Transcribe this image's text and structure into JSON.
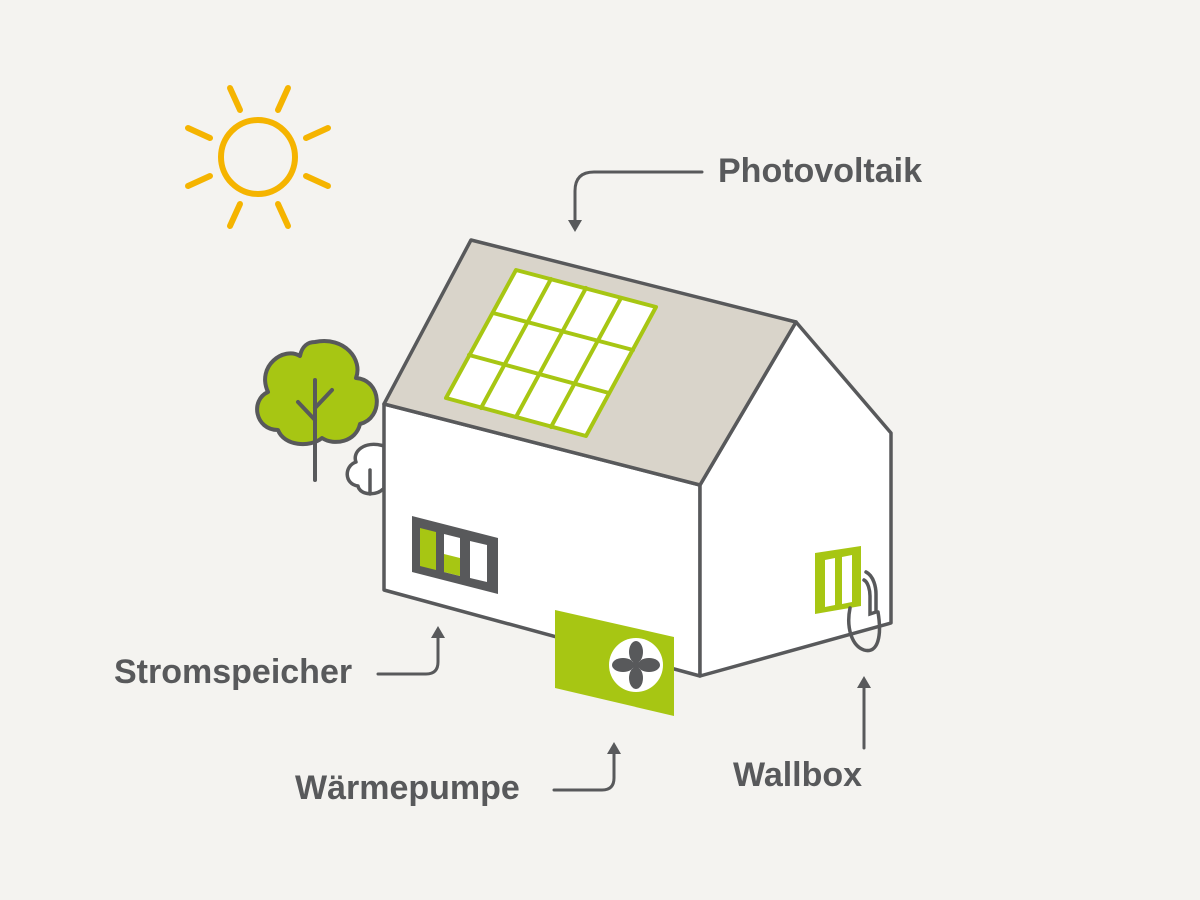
{
  "labels": {
    "photovoltaik": "Photovoltaik",
    "stromspeicher": "Stromspeicher",
    "waermepumpe": "Wärmepumpe",
    "wallbox": "Wallbox"
  },
  "colors": {
    "background": "#f4f3f0",
    "outline": "#58595b",
    "accent_green": "#a7c613",
    "sun": "#f5b400",
    "roof": "#d9d4ca",
    "wall": "#ffffff"
  },
  "icons": {
    "sun": "sun-icon",
    "tree": "tree-icon",
    "fan": "fan-icon"
  }
}
